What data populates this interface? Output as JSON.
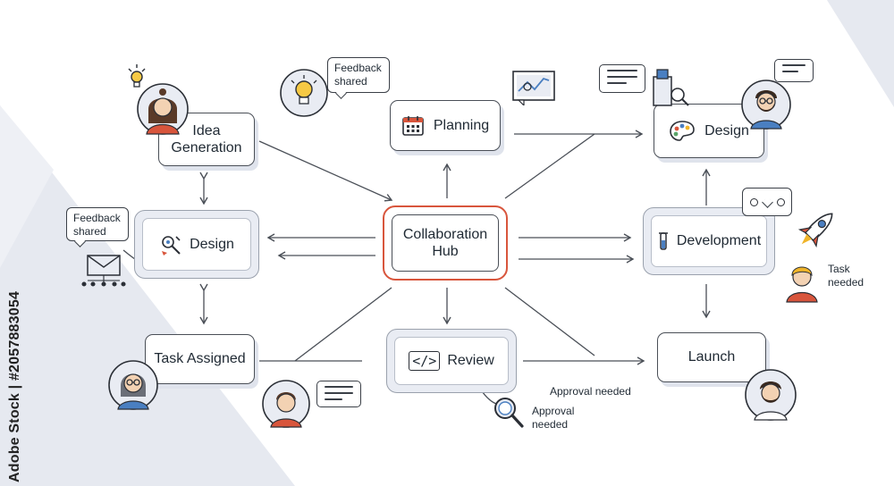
{
  "nodes": {
    "idea_generation": "Idea\nGeneration",
    "planning": "Planning",
    "design_top": "Design",
    "design_left": "Design",
    "collaboration_hub": "Collaboration\nHub",
    "development": "Development",
    "task_assigned": "Task Assigned",
    "review": "Review",
    "launch": "Launch"
  },
  "annotations": {
    "feedback_top": "Feedback\nshared",
    "feedback_left": "Feedback\nshared",
    "task_needed": "Task\nneeded",
    "approval_needed_top": "Approval needed",
    "approval_needed_bottom": "Approval\nneeded"
  },
  "watermark": "Adobe Stock | #2057883054",
  "icons": [
    "lightbulb-icon",
    "calendar-icon",
    "chart-monitor-icon",
    "palette-icon",
    "tools-icon",
    "code-icon",
    "rocket-icon",
    "magnifier-icon",
    "email-network-icon",
    "chat-bubble-icon"
  ],
  "colors": {
    "hub_accent": "#d8553c",
    "frame_fill": "#e9ecf3",
    "outline": "#4a4f57",
    "skin": "#f3d2b3",
    "background_shape": "#e6e9f0"
  }
}
